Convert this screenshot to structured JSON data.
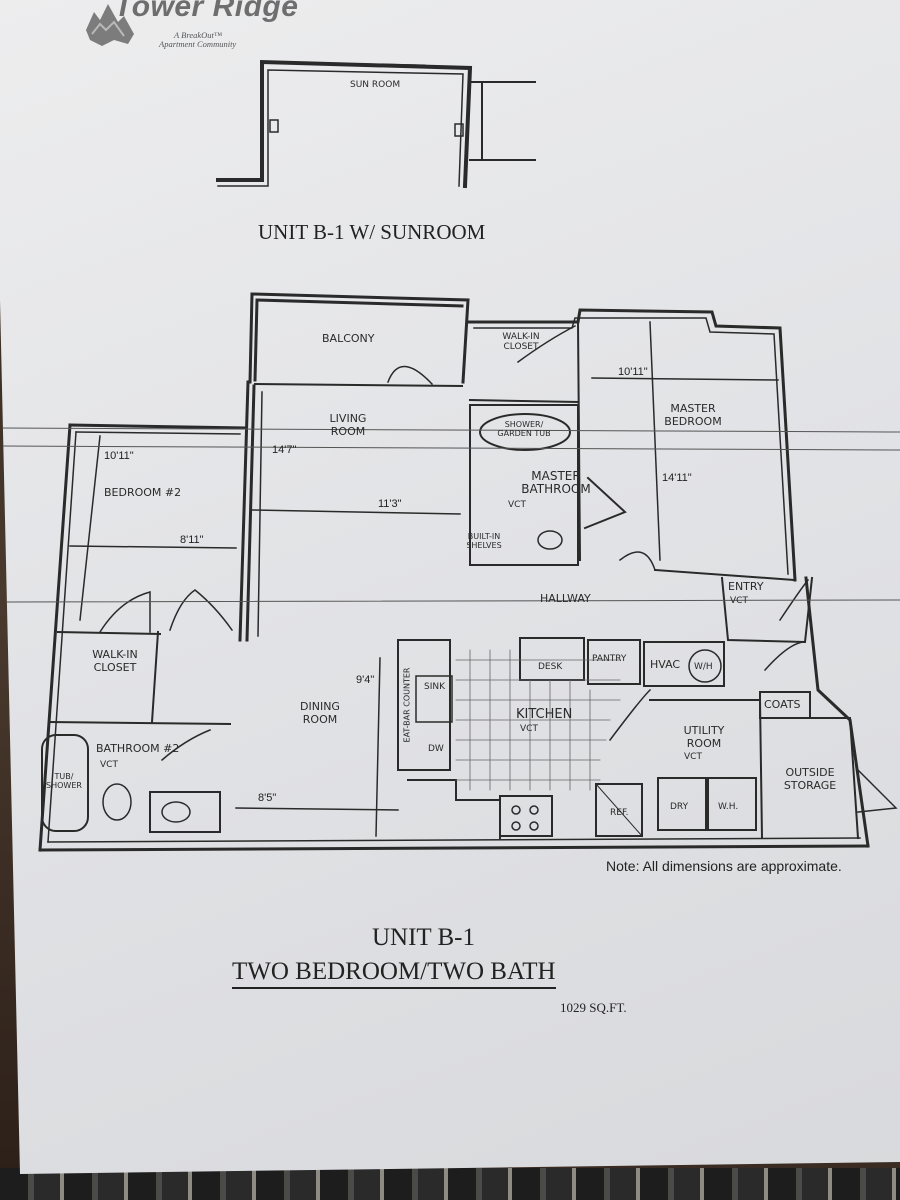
{
  "logo": {
    "title": "Tower Ridge",
    "tagline": "A BreakOut™",
    "subtitle": "Apartment Community"
  },
  "sunroom_plan": {
    "room_label": "SUN ROOM",
    "caption": "UNIT B-1 W/ SUNROOM"
  },
  "main_plan": {
    "rooms": {
      "balcony": "BALCONY",
      "walkin_closet_master": "WALK-IN CLOSET",
      "living_room": "LIVING ROOM",
      "master_bedroom": "MASTER BEDROOM",
      "shower_tub": "SHOWER/ GARDEN TUB",
      "master_bathroom": "MASTER BATHROOM",
      "master_bath_floor": "VCT",
      "built_in_shelves": "BUILT-IN SHELVES",
      "bedroom2": "BEDROOM #2",
      "hallway": "HALLWAY",
      "entry": "ENTRY",
      "entry_floor": "VCT",
      "walkin_closet_2": "WALK-IN CLOSET",
      "desk": "DESK",
      "pantry": "PANTRY",
      "hvac": "HVAC",
      "water_heater": "W/H",
      "coats": "COATS",
      "sink": "SINK",
      "eat_bar": "EAT-BAR COUNTER",
      "dw": "DW",
      "dining_room": "DINING ROOM",
      "kitchen": "KITCHEN",
      "kitchen_floor": "VCT",
      "utility_room": "UTILITY ROOM",
      "utility_floor": "VCT",
      "outside_storage": "OUTSIDE STORAGE",
      "bathroom2": "BATHROOM #2",
      "bathroom2_floor": "VCT",
      "tub_shower": "TUB/ SHOWER",
      "ref": "REF.",
      "dryer": "DRY",
      "washer": "W.H."
    },
    "dimensions": {
      "master_width": "10'11\"",
      "master_length": "14'11\"",
      "living_depth": "14'7\"",
      "living_width": "11'3\"",
      "bedroom2_length": "10'11\"",
      "bedroom2_width": "8'11\"",
      "dining_depth": "9'4\"",
      "dining_width": "8'5\""
    },
    "note": "Note:  All dimensions are approximate."
  },
  "unit": {
    "name": "UNIT B-1",
    "type": "TWO BEDROOM/TWO BATH",
    "area": "1029 SQ.FT."
  }
}
